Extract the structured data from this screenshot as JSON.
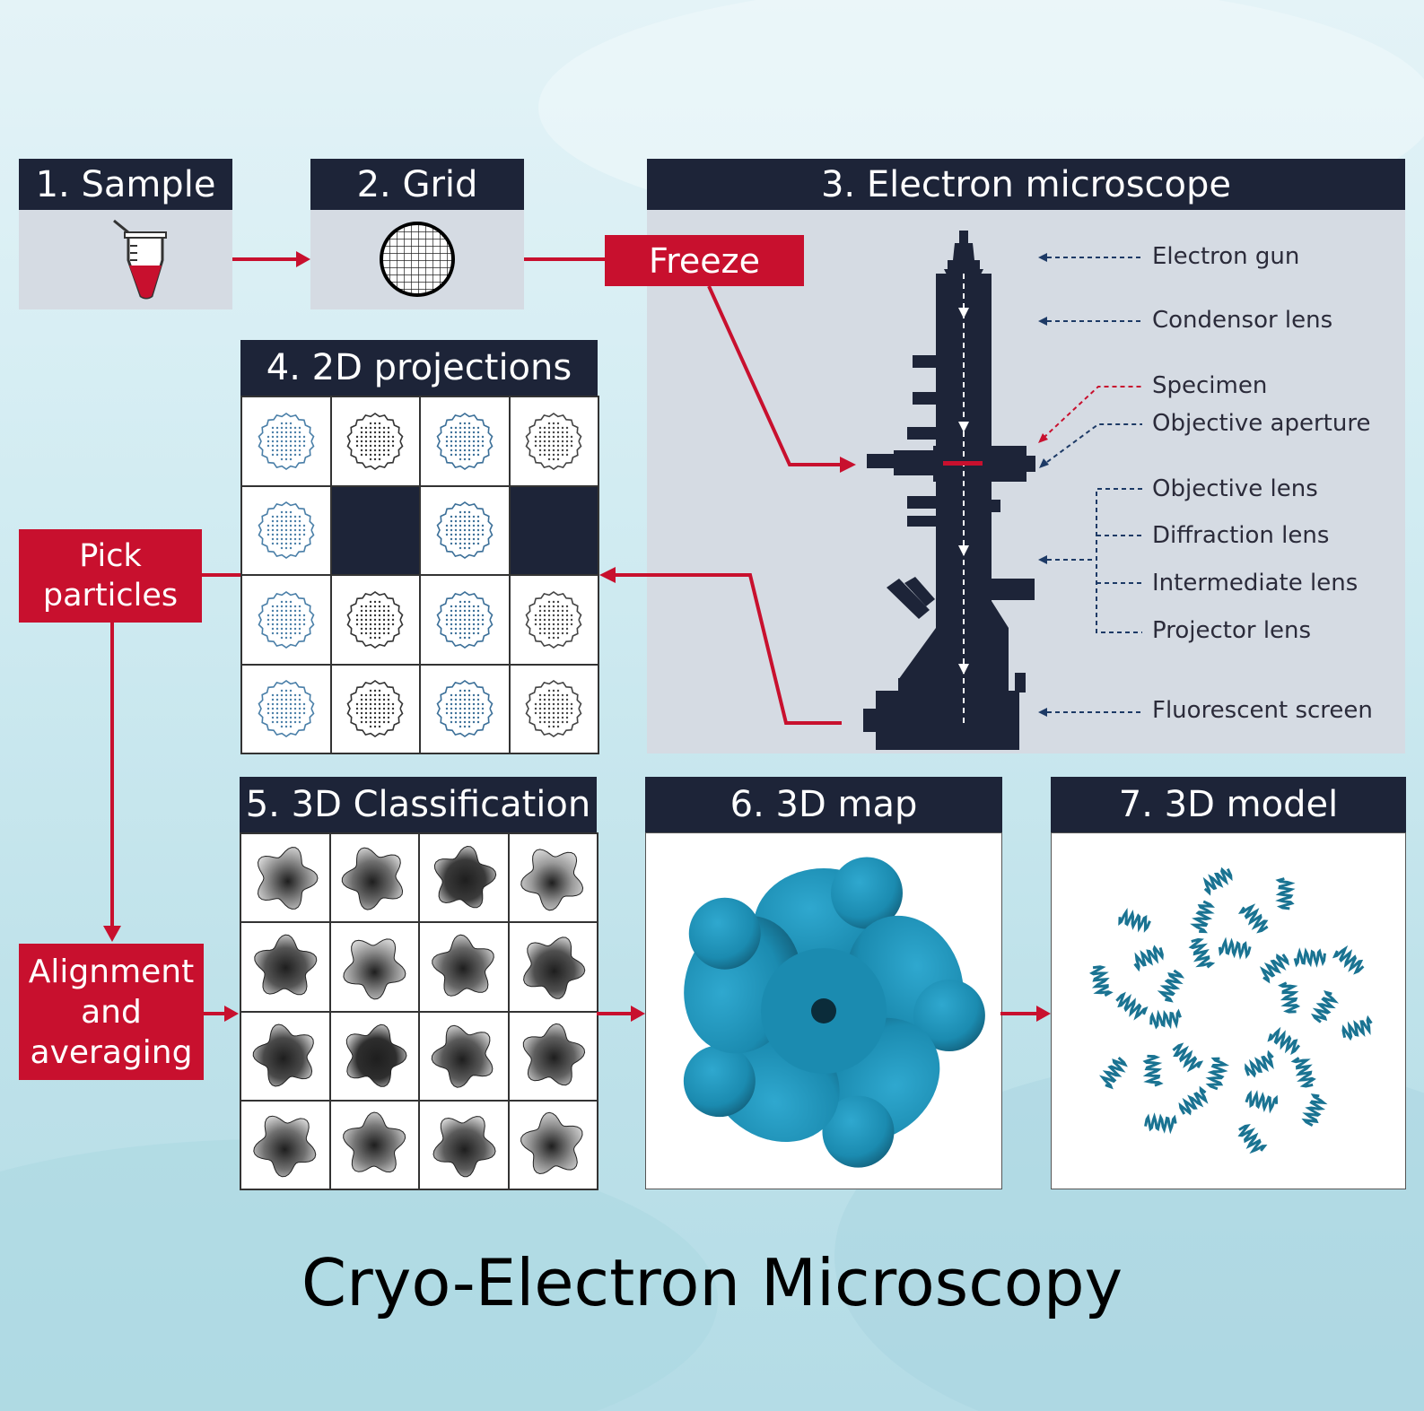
{
  "steps": {
    "sample": "1. Sample",
    "grid": "2. Grid",
    "microscope": "3. Electron microscope",
    "projections": "4. 2D projections",
    "classification": "5. 3D Classification",
    "map": "6. 3D map",
    "model": "7. 3D model"
  },
  "actions": {
    "freeze": "Freeze",
    "pick_line1": "Pick",
    "pick_line2": "particles",
    "align_line1": "Alignment",
    "align_line2": "and",
    "align_line3": "averaging"
  },
  "microscope_labels": {
    "electron_gun": "Electron gun",
    "condensor_lens": "Condensor lens",
    "specimen": "Specimen",
    "objective_aperture": "Objective aperture",
    "objective_lens": "Objective lens",
    "diffraction_lens": "Diffraction lens",
    "intermediate_lens": "Intermediate lens",
    "projector_lens": "Projector lens",
    "fluorescent_screen": "Fluorescent screen"
  },
  "title": "Cryo-Electron Microscopy",
  "colors": {
    "header": "#1d2438",
    "accent_red": "#c8102e",
    "panel_grey": "#d5dbe3",
    "map_blue": "#1b8bb0",
    "model_blue": "#1a7392"
  },
  "icons": {
    "sample": "tube-icon",
    "grid": "grid-icon",
    "microscope": "microscope-icon"
  }
}
